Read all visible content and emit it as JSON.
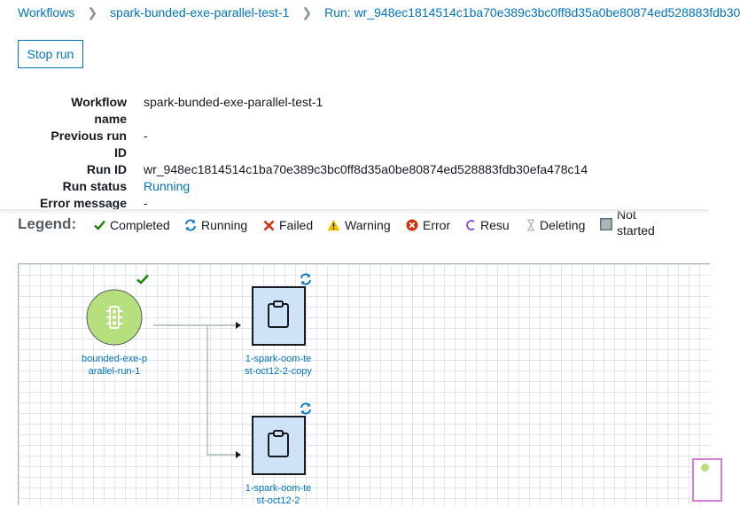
{
  "breadcrumb": {
    "workflows": "Workflows",
    "workflow_name": "spark-bunded-exe-parallel-test-1",
    "run": "Run: wr_948ec1814514c1ba70e389c3bc0ff8d35a0be80874ed528883fdb30"
  },
  "toolbar": {
    "stop_run_label": "Stop run"
  },
  "details": {
    "workflow_name_label_1": "Workflow",
    "workflow_name_label_2": "name",
    "workflow_name_value": "spark-bunded-exe-parallel-test-1",
    "prev_run_label_1": "Previous run",
    "prev_run_label_2": "ID",
    "prev_run_value": "-",
    "run_id_label": "Run ID",
    "run_id_value": "wr_948ec1814514c1ba70e389c3bc0ff8d35a0be80874ed528883fdb30efa478c14",
    "run_status_label": "Run status",
    "run_status_value": "Running",
    "error_label": "Error message",
    "error_value": "-"
  },
  "legend": {
    "title": "Legend:",
    "completed": "Completed",
    "running": "Running",
    "failed": "Failed",
    "warning": "Warning",
    "error": "Error",
    "resu": "Resu",
    "deleting": "Deleting",
    "not_started_1": "Not",
    "not_started_2": "started"
  },
  "graph": {
    "trigger_label_1": "bounded-exe-p",
    "trigger_label_2": "arallel-run-1",
    "job1_label_1": "1-spark-oom-te",
    "job1_label_2": "st-oct12-2-copy",
    "job2_label_1": "1-spark-oom-te",
    "job2_label_2": "st-oct12-2"
  },
  "colors": {
    "link": "#0073bb",
    "trigger_fill": "#b5e07d",
    "job_fill": "#cfe3f7",
    "completed": "#1d8102",
    "failed": "#d13212",
    "warning": "#f2c200"
  }
}
